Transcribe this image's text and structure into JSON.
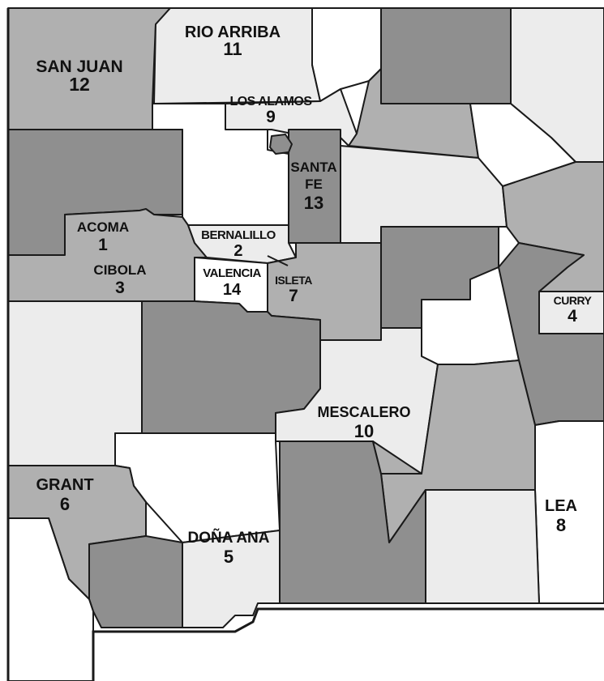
{
  "colors": {
    "dark": "#8f8f8f",
    "medium": "#b0b0b0",
    "light": "#ececec",
    "white": "#ffffff",
    "outline": "#1a1a1a"
  },
  "labels": {
    "rio_arriba": {
      "name": "RIO ARRIBA",
      "number": "11"
    },
    "san_juan": {
      "name": "SAN JUAN",
      "number": "12"
    },
    "los_alamos": {
      "name": "LOS ALAMOS",
      "number": "9"
    },
    "santa_fe": {
      "name_line1": "SANTA",
      "name_line2": "FE",
      "number": "13"
    },
    "acoma": {
      "name": "ACOMA",
      "number": "1"
    },
    "bernalillo": {
      "name": "BERNALILLO",
      "number": "2"
    },
    "cibola": {
      "name": "CIBOLA",
      "number": "3"
    },
    "valencia": {
      "name": "VALENCIA",
      "number": "14"
    },
    "isleta": {
      "name": "ISLETA",
      "number": "7"
    },
    "curry": {
      "name": "CURRY",
      "number": "4"
    },
    "mescalero": {
      "name": "MESCALERO",
      "number": "10"
    },
    "grant": {
      "name": "GRANT",
      "number": "6"
    },
    "lea": {
      "name": "LEA",
      "number": "8"
    },
    "dona_ana": {
      "name": "DOÑA ANA",
      "number": "5"
    }
  }
}
